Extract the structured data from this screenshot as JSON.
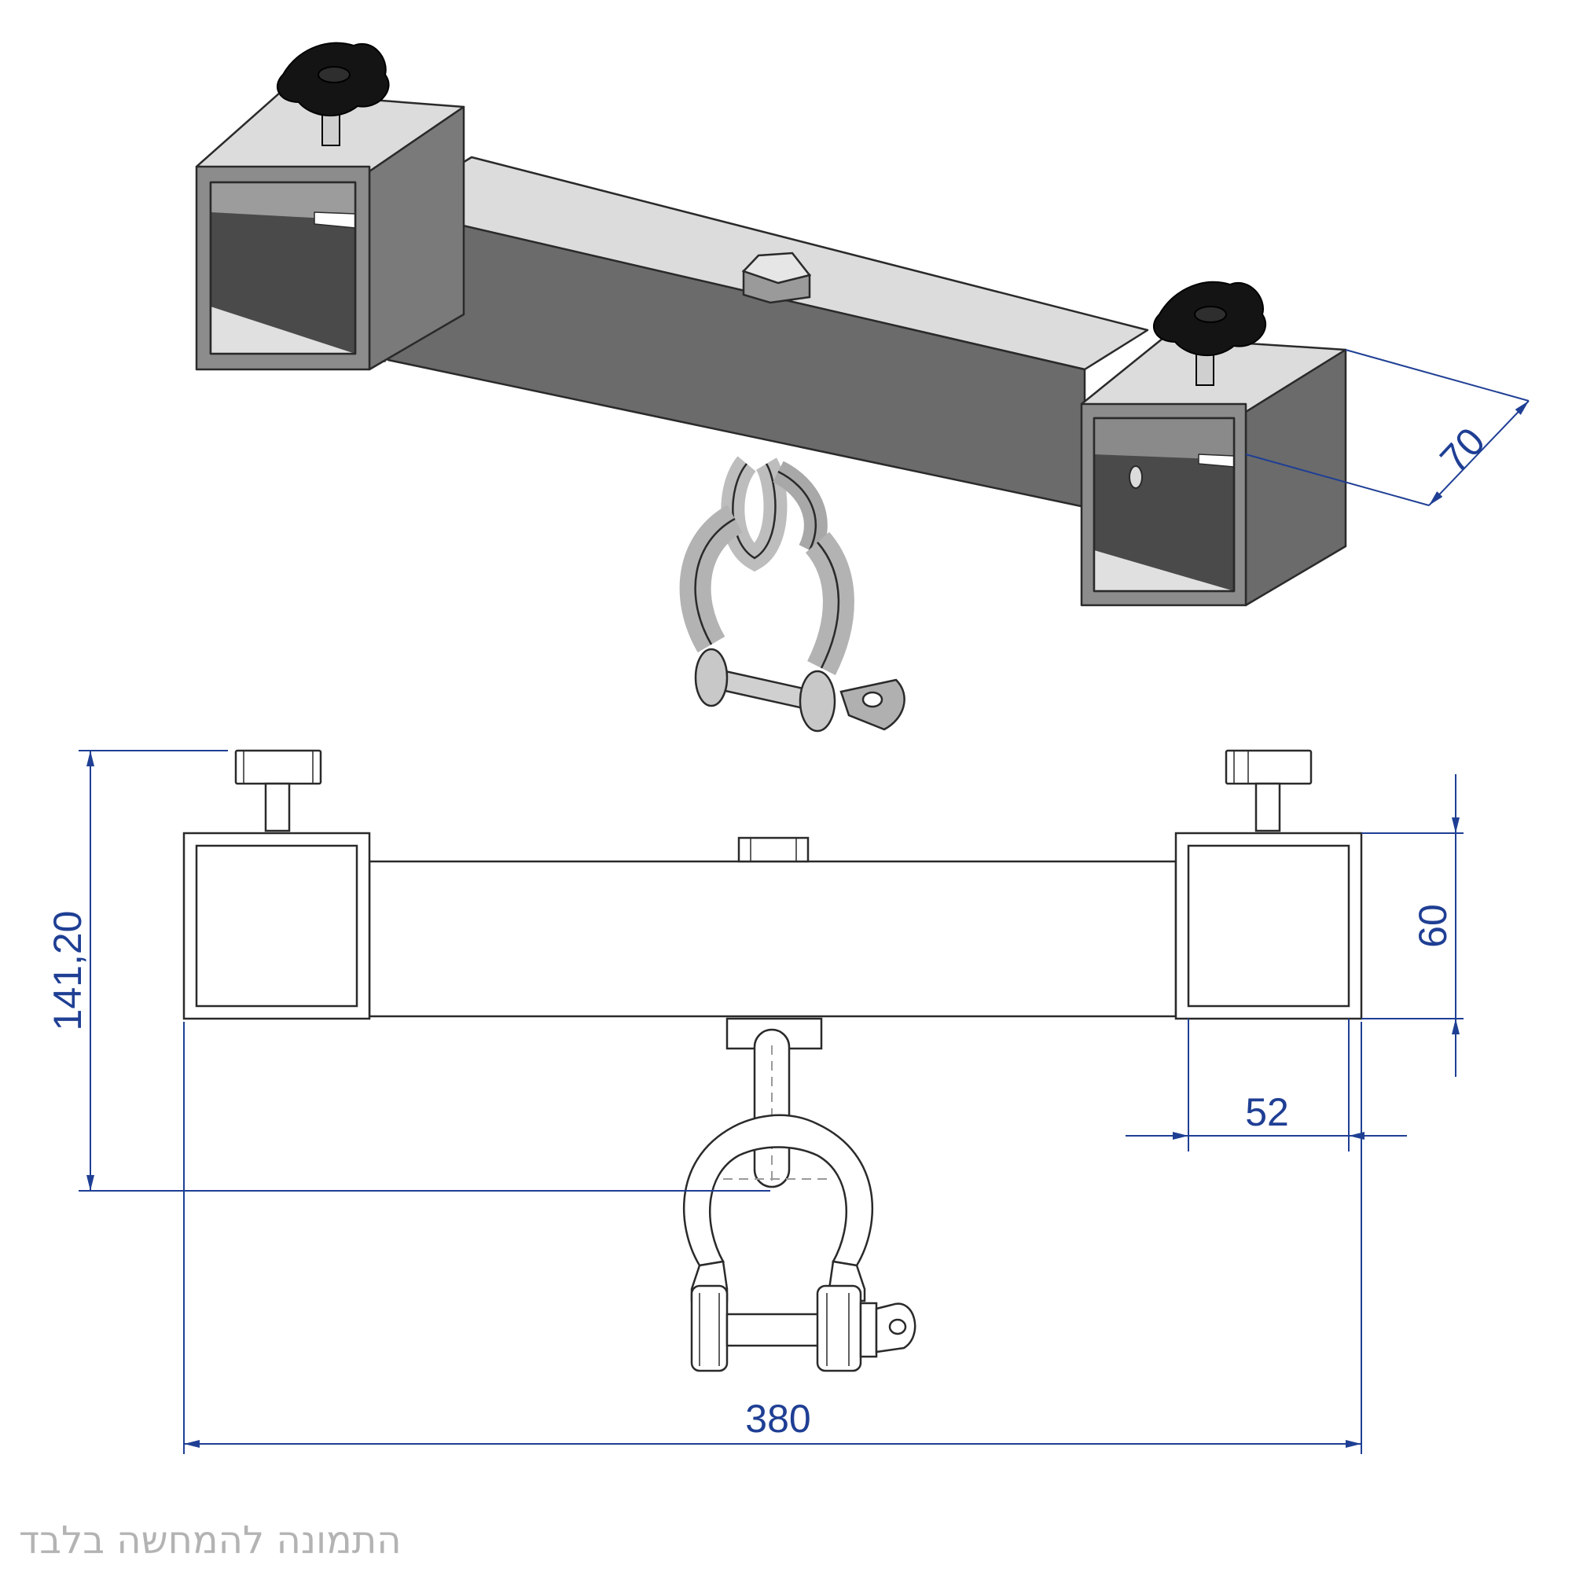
{
  "colors": {
    "dimension": "#1f3f94",
    "outline": "#2a2a2a",
    "steel_top": "#dcdcdc",
    "steel_side": "#6b6b6b",
    "steel_front": "#8c8c8c",
    "knob": "#141414",
    "caption": "#b3b3b3"
  },
  "dimensions": {
    "width_70": "70",
    "overall_height": "141,20",
    "clamp_height": "60",
    "clamp_inner_width": "52",
    "overall_length": "380"
  },
  "caption": "התמונה להמחשה בלבד"
}
